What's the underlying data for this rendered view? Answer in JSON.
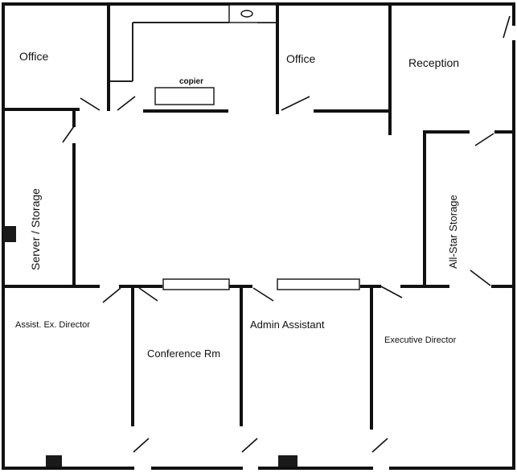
{
  "floorplan": {
    "rooms": {
      "office_top_left": "Office",
      "office_top_center": "Office",
      "reception": "Reception",
      "copier": "copier",
      "server_storage": "Server / Storage",
      "allstar_storage": "All-Star Storage",
      "assist_ex_director": "Assist. Ex. Director",
      "conference_rm": "Conference Rm",
      "admin_assistant": "Admin Assistant",
      "executive_director": "Executive Director"
    }
  }
}
